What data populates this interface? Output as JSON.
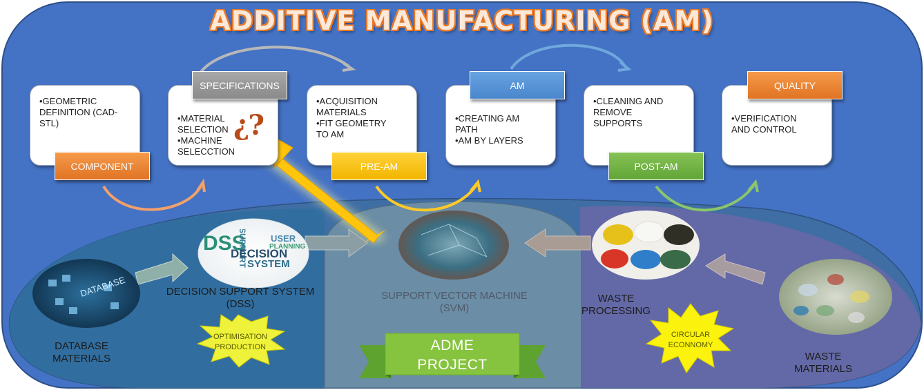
{
  "title": "ADDITIVE MANUFACTURING (AM)",
  "stages": [
    {
      "tag": "COMPONENT",
      "lines": [
        "•GEOMETRIC",
        "DEFINITION (CAD-",
        "STL)"
      ]
    },
    {
      "tag": "SPECIFICATIONS",
      "lines": [
        "•MATERIAL",
        "SELECTION",
        "•MACHINE",
        "SELECCTION"
      ],
      "mark": "¿?"
    },
    {
      "tag": "PRE-AM",
      "lines": [
        "•ACQUISITION",
        "MATERIALS",
        "•FIT GEOMETRY",
        "TO AM"
      ]
    },
    {
      "tag": "AM",
      "lines": [
        "•CREATING AM",
        "PATH",
        "•AM BY LAYERS"
      ]
    },
    {
      "tag": "POST-AM",
      "lines": [
        "•CLEANING AND",
        "REMOVE",
        "SUPPORTS"
      ]
    },
    {
      "tag": "QUALITY",
      "lines": [
        "•VERIFICATION",
        "AND CONTROL"
      ]
    }
  ],
  "bottom": {
    "database": [
      "DATABASE",
      "MATERIALS"
    ],
    "dss": [
      "DECISION SUPPORT SYSTEM",
      "(DSS)"
    ],
    "svm": [
      "SUPPORT VECTOR MACHINE",
      "(SVM)"
    ],
    "waste_processing": [
      "WASTE",
      "PROCESSING"
    ],
    "waste_materials": [
      "WASTE",
      "MATERIALS"
    ],
    "optimisation": [
      "OPTIMISATION",
      "PRODUCTION"
    ],
    "circular": [
      "CIRCULAR",
      "ECONNOMY"
    ],
    "project": [
      "ADME",
      "PROJECT"
    ],
    "dss_words": [
      "DSS",
      "SUPPORT",
      "DECISION",
      "SYSTEM",
      "USER",
      "PLANNING"
    ],
    "db_word": "DATABASE"
  },
  "colors": {
    "background": "#4472c4",
    "title_fill": "#fde9d9",
    "title_outline": "#e8792a",
    "orange": "#ed7d31",
    "grey": "#a5a5a5",
    "yellow": "#ffc000",
    "blue": "#5b9bd5",
    "green": "#70ad47"
  }
}
